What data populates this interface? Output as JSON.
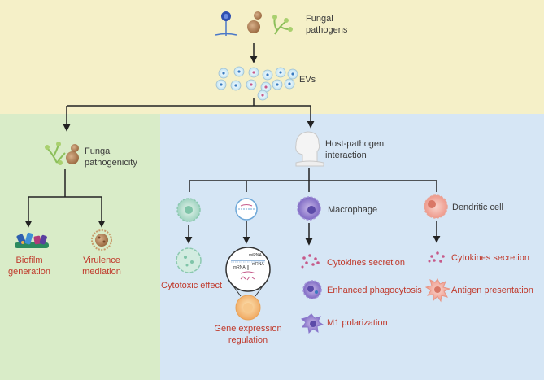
{
  "top": {
    "title_line1": "Fungal",
    "title_line2": "pathogens",
    "evs_label": "EVs"
  },
  "left_panel": {
    "title_line1": "Fungal",
    "title_line2": "pathogenicity",
    "biofilm_line1": "Biofilm",
    "biofilm_line2": "generation",
    "virulence_line1": "Virulence",
    "virulence_line2": "mediation"
  },
  "right_panel": {
    "title_line1": "Host-pathogen",
    "title_line2": "interaction",
    "cytotoxic_effect": "Cytotoxic effect",
    "gene_line1": "Gene expression",
    "gene_line2": "regulation",
    "mirna_label_a": "miRNA",
    "mirna_label_b": "mRNA",
    "mirna_label_c": "mRNA",
    "macrophage": "Macrophage",
    "mac_cytokines": "Cytokines secretion",
    "mac_phagocytosis": "Enhanced phagocytosis",
    "mac_m1": "M1 polarization",
    "dendritic_cell": "Dendritic cell",
    "dc_cytokines": "Cytokines secretion",
    "dc_antigen": "Antigen presentation"
  },
  "colors": {
    "top_bg": "#f5f0c8",
    "left_bg": "#d9ecc8",
    "right_bg": "#d6e6f5",
    "label_red": "#c0392b",
    "label_dark": "#3a3a3a",
    "arrow": "#222222"
  },
  "icons": {
    "fungal_group": [
      "aspergillus-icon",
      "yeast-icon",
      "hyphae-icon"
    ],
    "host": "human-head-icon",
    "cells": [
      "nk-cell-icon",
      "mirna-cell-icon",
      "macrophage-icon",
      "dendritic-cell-icon"
    ]
  }
}
